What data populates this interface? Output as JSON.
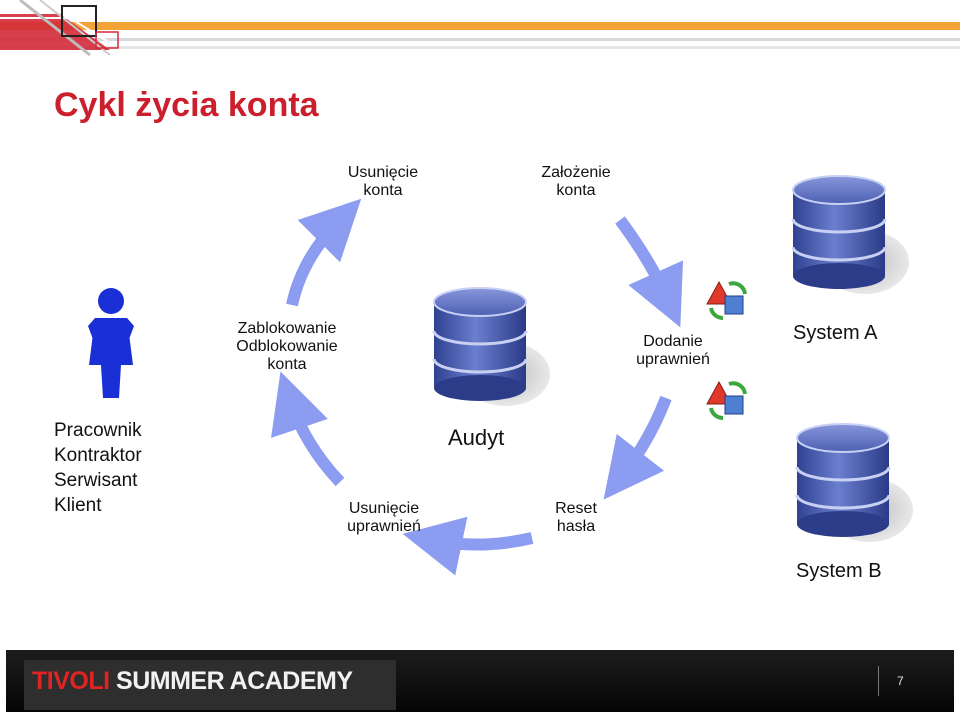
{
  "slide": {
    "title": "Cykl życia konta"
  },
  "cycle": {
    "top_left": [
      "Usunięcie",
      "konta"
    ],
    "top_right": [
      "Założenie",
      "konta"
    ],
    "left": [
      "Zablokowanie",
      "Odblokowanie",
      "konta"
    ],
    "right": [
      "Dodanie",
      "uprawnień"
    ],
    "bottom_left": [
      "Usunięcie",
      "uprawnień"
    ],
    "bottom_right": [
      "Reset",
      "hasła"
    ],
    "center": "Audyt"
  },
  "roles": [
    "Pracownik",
    "Kontraktor",
    "Serwisant",
    "Klient"
  ],
  "systems": {
    "a": "System A",
    "b": "System B"
  },
  "footer": {
    "brand_red": "TIVOLI",
    "brand_white": "SUMMER ACADEMY",
    "page": "7"
  },
  "colors": {
    "title": "#cc1f2d",
    "arrow": "#8c9cf0",
    "database": "#3b4f9c",
    "person": "#1a2fd6"
  },
  "icons": [
    "person-icon",
    "database-icon",
    "permission-icon"
  ]
}
